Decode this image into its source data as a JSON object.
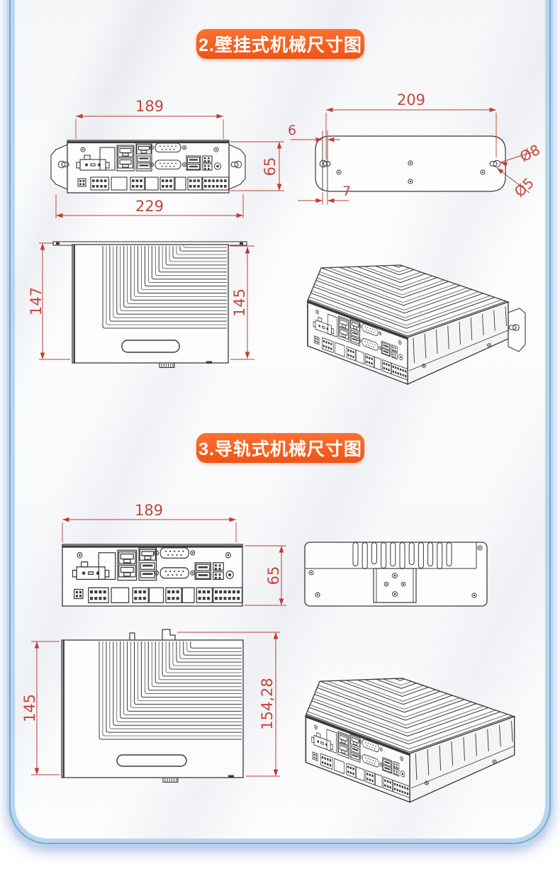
{
  "sections": {
    "wall": {
      "badge_label": "2.壁挂式机械尺寸图",
      "front_view": {
        "body_width_mm": "189",
        "overall_width_mm": "229",
        "height_mm": "65"
      },
      "mount_plate_view": {
        "hole_span_mm": "209",
        "edge_gap_mm": "6",
        "slot_gap_mm": "7",
        "keyhole_large_dia": "Ø8",
        "keyhole_small_dia": "Ø5"
      },
      "top_view": {
        "overall_depth_mm": "147",
        "body_depth_mm": "145"
      }
    },
    "rail": {
      "badge_label": "3.导轨式机械尺寸图",
      "front_view": {
        "body_width_mm": "189",
        "height_mm": "65"
      },
      "side_view": {
        "body_depth_mm": "145",
        "overall_depth_mm": "154,28"
      }
    }
  },
  "colors": {
    "dimension_red": "#bf3c33",
    "badge_orange": "#f2601d",
    "frame_blue": "#b9d6ec",
    "line_dark": "#3a3a3a"
  }
}
